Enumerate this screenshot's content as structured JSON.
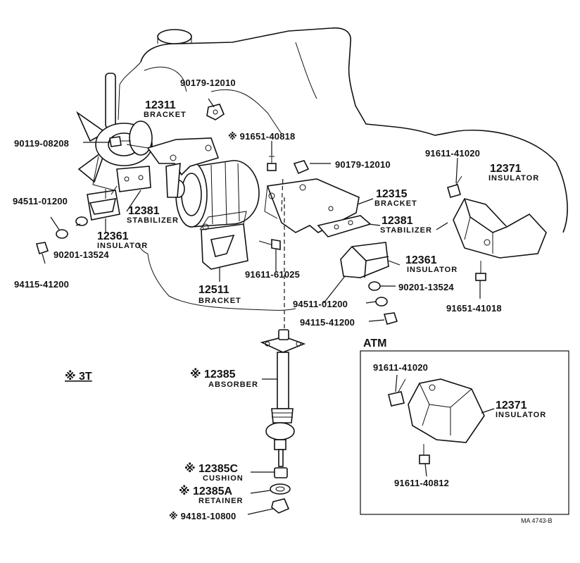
{
  "diagram": {
    "variant_mark": "※ 3T",
    "atm_title": "ATM",
    "footer_code": "MA 4743-B",
    "parts": {
      "p90179_top": {
        "number": "90179-12010"
      },
      "p12311": {
        "number": "12311",
        "name": "BRACKET"
      },
      "p91651_40818": {
        "number": "※ 91651-40818"
      },
      "p90119": {
        "number": "90119-08208"
      },
      "p90179_mid": {
        "number": "90179-12010"
      },
      "p91611_41020": {
        "number": "91611-41020"
      },
      "p12371": {
        "number": "12371",
        "name": "INSULATOR"
      },
      "p94511_left": {
        "number": "94511-01200"
      },
      "p12381_left": {
        "number": "12381",
        "name": "STABILIZER"
      },
      "p12315": {
        "number": "12315",
        "name": "BRACKET"
      },
      "p12381_right": {
        "number": "12381",
        "name": "STABILIZER"
      },
      "p12361_left": {
        "number": "12361",
        "name": "INSULATOR"
      },
      "p90201_left": {
        "number": "90201-13524"
      },
      "p94115_left": {
        "number": "94115-41200"
      },
      "p12361_right": {
        "number": "12361",
        "name": "INSULATOR"
      },
      "p91611_61025": {
        "number": "91611-61025"
      },
      "p12511": {
        "number": "12511",
        "name": "BRACKET"
      },
      "p90201_right": {
        "number": "90201-13524"
      },
      "p91651_41018": {
        "number": "91651-41018"
      },
      "p94511_right": {
        "number": "94511-01200"
      },
      "p94115_right": {
        "number": "94115-41200"
      },
      "p12385": {
        "number": "※ 12385",
        "name": "ABSORBER"
      },
      "p12385C": {
        "number": "※ 12385C",
        "name": "CUSHION"
      },
      "p12385A": {
        "number": "※ 12385A",
        "name": "RETAINER"
      },
      "p94181": {
        "number": "※ 94181-10800"
      },
      "atm_91611_41020": {
        "number": "91611-41020"
      },
      "atm_12371": {
        "number": "12371",
        "name": "INSULATOR"
      },
      "atm_91611_40812": {
        "number": "91611-40812"
      }
    }
  }
}
